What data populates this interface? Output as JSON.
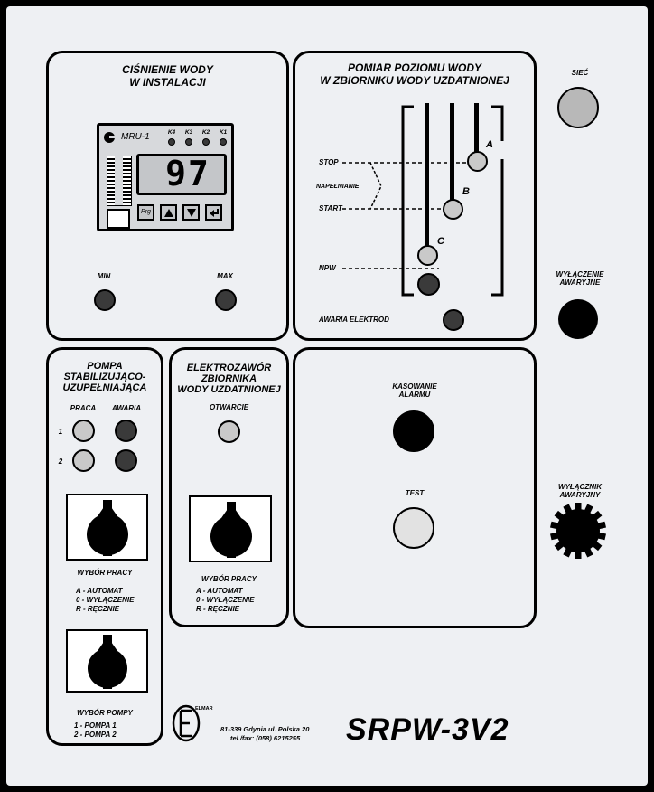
{
  "pressure_panel": {
    "title_line1": "CIŚNIENIE WODY",
    "title_line2": "W INSTALACJI",
    "device_name": "MRU-1",
    "relays": [
      "K4",
      "K3",
      "K2",
      "K1"
    ],
    "display_value": "97",
    "prg_label": "Prg",
    "min_label": "MIN",
    "max_label": "MAX"
  },
  "level_panel": {
    "title_line1": "POMIAR POZIOMU WODY",
    "title_line2": "W ZBIORNIKU WODY UZDATNIONEJ",
    "levels": [
      "STOP",
      "NAPEŁNIANIE",
      "START",
      "NPW"
    ],
    "electrodes": [
      "A",
      "B",
      "C"
    ],
    "fault_label": "AWARIA ELEKTROD"
  },
  "side": {
    "mains_label": "SIEĆ",
    "emergency_off_line1": "WYŁĄCZENIE",
    "emergency_off_line2": "AWARYJNE",
    "emergency_switch_line1": "WYŁĄCZNIK",
    "emergency_switch_line2": "AWARYJNY"
  },
  "pump_panel": {
    "title_line1": "POMPA",
    "title_line2": "STABILIZUJĄCO-",
    "title_line3": "UZUPEŁNIAJĄCA",
    "col_work": "PRACA",
    "col_fault": "AWARIA",
    "row1": "1",
    "row2": "2",
    "mode_title": "WYBÓR PRACY",
    "mode_a": "A - AUTOMAT",
    "mode_0": "0 - WYŁĄCZENIE",
    "mode_r": "R - RĘCZNIE",
    "pump_title": "WYBÓR POMPY",
    "pump_1": "1 - POMPA 1",
    "pump_2": "2 - POMPA 2"
  },
  "valve_panel": {
    "title_line1": "ELEKTROZAWÓR",
    "title_line2": "ZBIORNIKA",
    "title_line3": "WODY UZDATNIONEJ",
    "open_label": "OTWARCIE",
    "mode_title": "WYBÓR PRACY",
    "mode_a": "A - AUTOMAT",
    "mode_0": "0 - WYŁĄCZENIE",
    "mode_r": "R - RĘCZNIE"
  },
  "alarm_panel": {
    "reset_line1": "KASOWANIE",
    "reset_line2": "ALARMU",
    "test_label": "TEST"
  },
  "footer": {
    "logo_text": "ELMAR",
    "address_line1": "81-339  Gdynia ul. Polska 20",
    "address_line2": "tel./fax: (058) 6215255",
    "model": "SRPW-3V2"
  }
}
